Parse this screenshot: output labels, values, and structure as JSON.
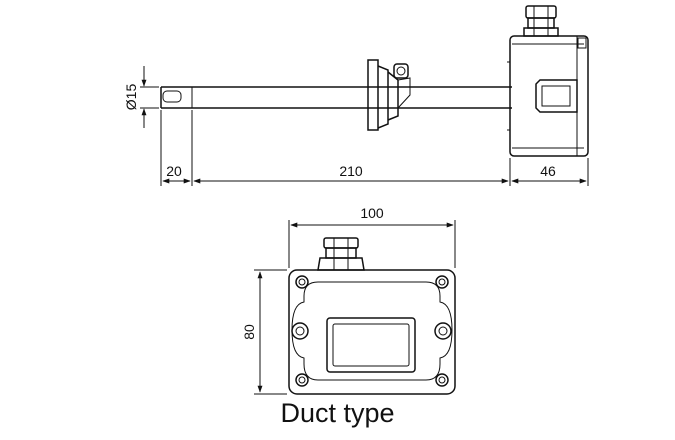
{
  "side_view": {
    "dim_probe_tip": "20",
    "dim_probe_length": "210",
    "dim_housing_depth": "46",
    "dim_diameter": "Ø15"
  },
  "front_view": {
    "dim_width": "100",
    "dim_height": "80"
  },
  "caption": "Duct type"
}
